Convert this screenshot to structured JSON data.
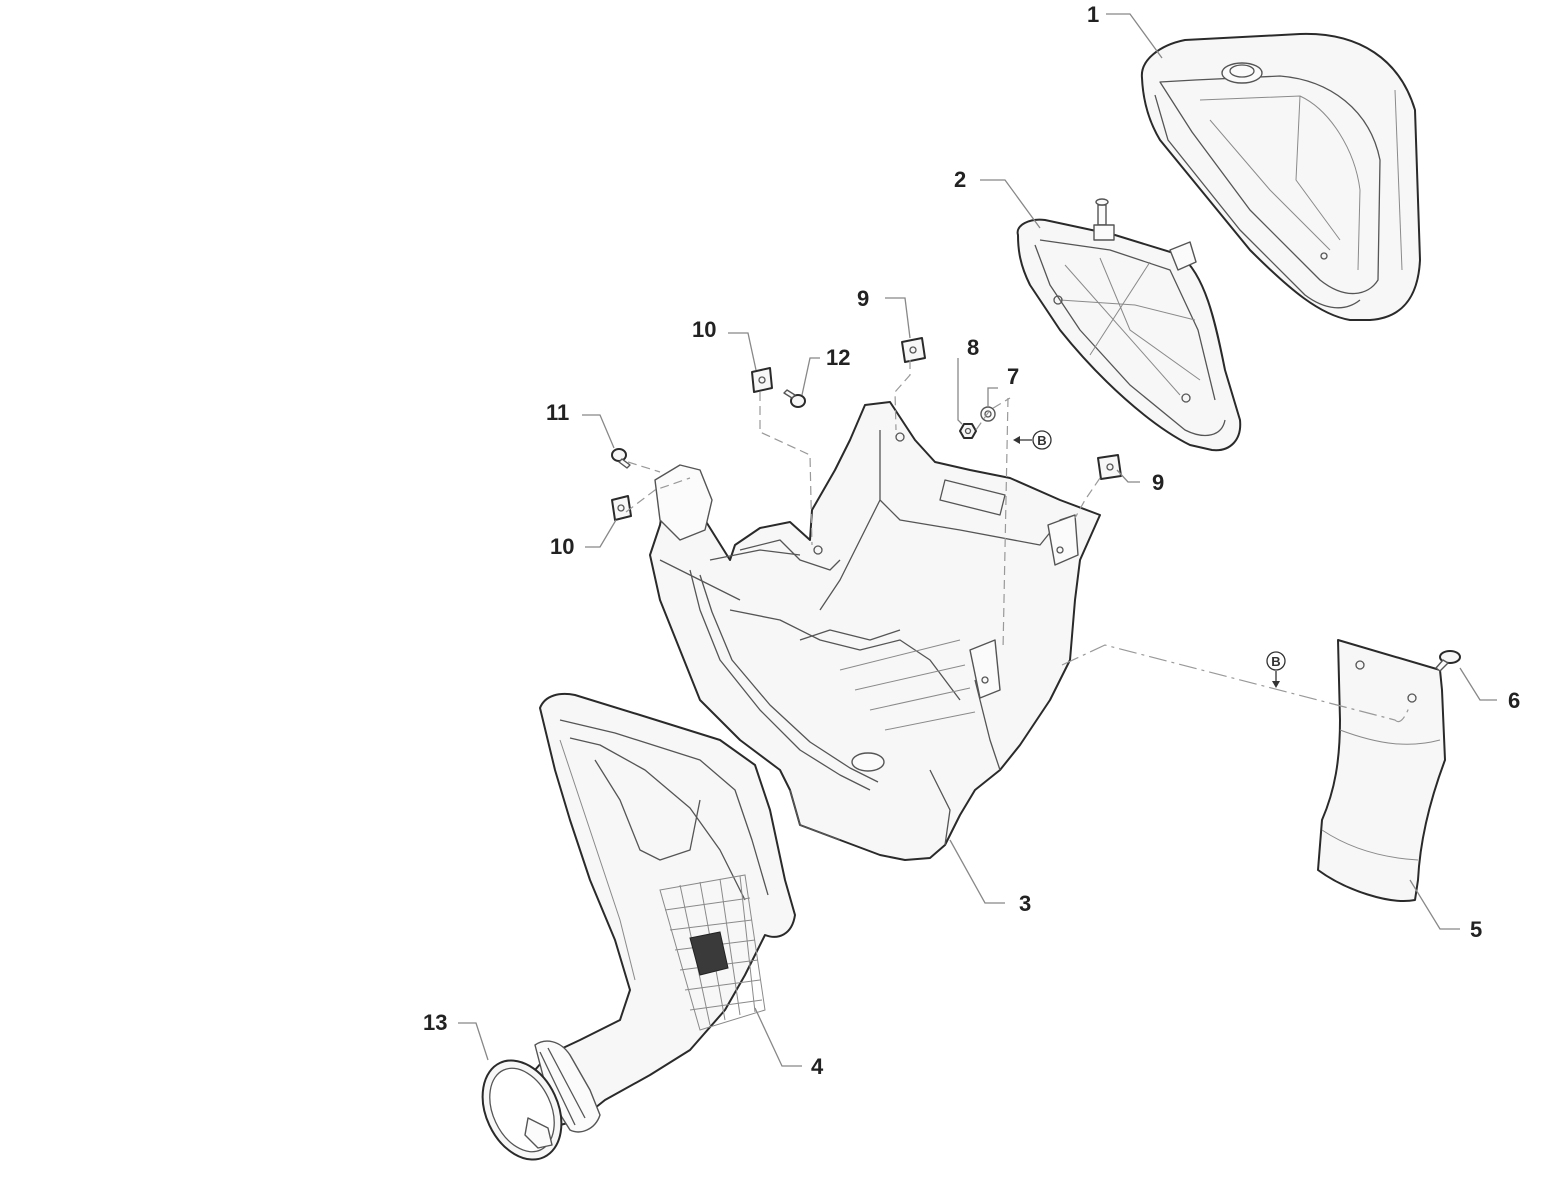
{
  "diagram": {
    "callouts": [
      "1",
      "2",
      "3",
      "4",
      "5",
      "6",
      "7",
      "8",
      "9",
      "9",
      "10",
      "10",
      "11",
      "12",
      "13"
    ],
    "view_marker": "B"
  },
  "colors": {
    "line": "#2a2a2a",
    "leader": "#888888",
    "background": "#ffffff"
  }
}
